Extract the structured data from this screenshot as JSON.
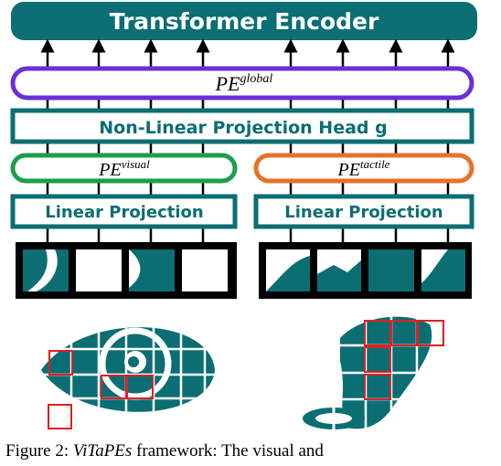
{
  "title": "Transformer Encoder",
  "pe_global": {
    "base": "PE",
    "sup": "global"
  },
  "projection_head": "Non-Linear Projection Head g",
  "pe_visual": {
    "base": "PE",
    "sup": "visual"
  },
  "pe_tactile": {
    "base": "PE",
    "sup": "tactile"
  },
  "linear_projection_left": "Linear Projection",
  "linear_projection_right": "Linear Projection",
  "caption": {
    "prefix": "Figure 2: ",
    "emph": "ViTaPEs",
    "rest": " framework: The visual and"
  },
  "colors": {
    "teal": "#0b6e73",
    "purple": "#6b2fd6",
    "green": "#1f9d4c",
    "orange": "#e8712a",
    "patch_outline": "#e02020",
    "black": "#000000"
  }
}
